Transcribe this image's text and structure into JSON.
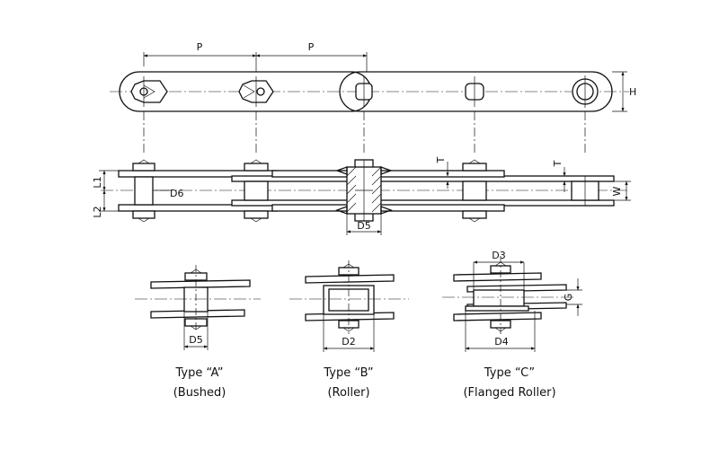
{
  "dimensions": {
    "pitch_1": "P",
    "pitch_2": "P",
    "plate_height": "H",
    "l1": "L1",
    "l2": "L2",
    "d6": "D6",
    "d5_main": "D5",
    "t_left": "T",
    "t_right": "T",
    "w": "W",
    "d5_a": "D5",
    "d2": "D2",
    "d3": "D3",
    "d4": "D4",
    "g": "G"
  },
  "types": [
    {
      "title": "Type “A”",
      "subtitle": "(Bushed)"
    },
    {
      "title": "Type “B”",
      "subtitle": "(Roller)"
    },
    {
      "title": "Type “C”",
      "subtitle": "(Flanged Roller)"
    }
  ]
}
